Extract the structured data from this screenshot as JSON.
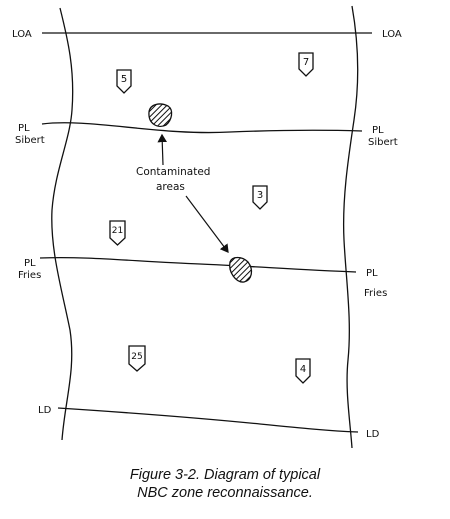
{
  "labels": {
    "loa_left": "LOA",
    "loa_right": "LOA",
    "pl_sibert_left_1": "PL",
    "pl_sibert_left_2": "Sibert",
    "pl_sibert_right_1": "PL",
    "pl_sibert_right_2": "Sibert",
    "pl_fries_left_1": "PL",
    "pl_fries_left_2": "Fries",
    "pl_fries_right_1": "PL",
    "pl_fries_right_2": "Fries",
    "ld_left": "LD",
    "ld_right": "LD",
    "contaminated_1": "Contaminated",
    "contaminated_2": "areas"
  },
  "markers": {
    "m5": "5",
    "m7": "7",
    "m3": "3",
    "m21": "21",
    "m25": "25",
    "m4": "4"
  },
  "caption": {
    "line1": "Figure 3-2. Diagram of typical",
    "line2": "NBC zone reconnaissance."
  }
}
